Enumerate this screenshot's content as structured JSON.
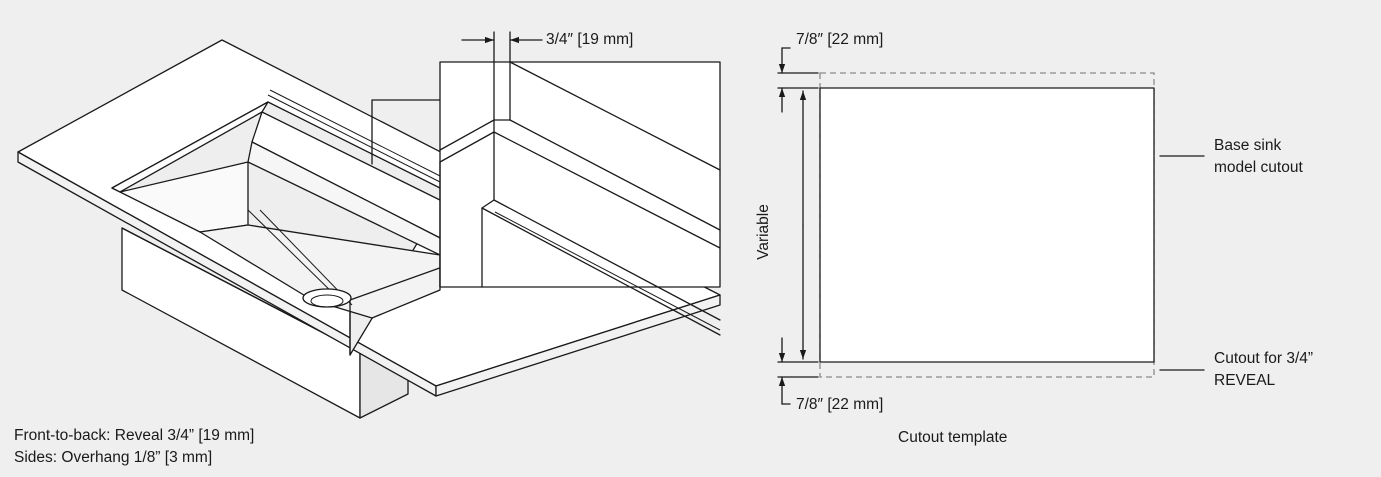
{
  "labels": {
    "detail_dim": "3/4″ [19 mm]",
    "top_dim": "7/8″ [22 mm]",
    "bottom_dim": "7/8″ [22 mm]",
    "variable": "Variable",
    "base_line1": "Base sink",
    "base_line2": "model cutout",
    "reveal_line1": "Cutout for 3/4”",
    "reveal_line2": "REVEAL",
    "template_caption": "Cutout template",
    "note_line1": "Front-to-back: Reveal 3/4” [19 mm]",
    "note_line2": "Sides: Overhang 1/8” [3 mm]"
  }
}
